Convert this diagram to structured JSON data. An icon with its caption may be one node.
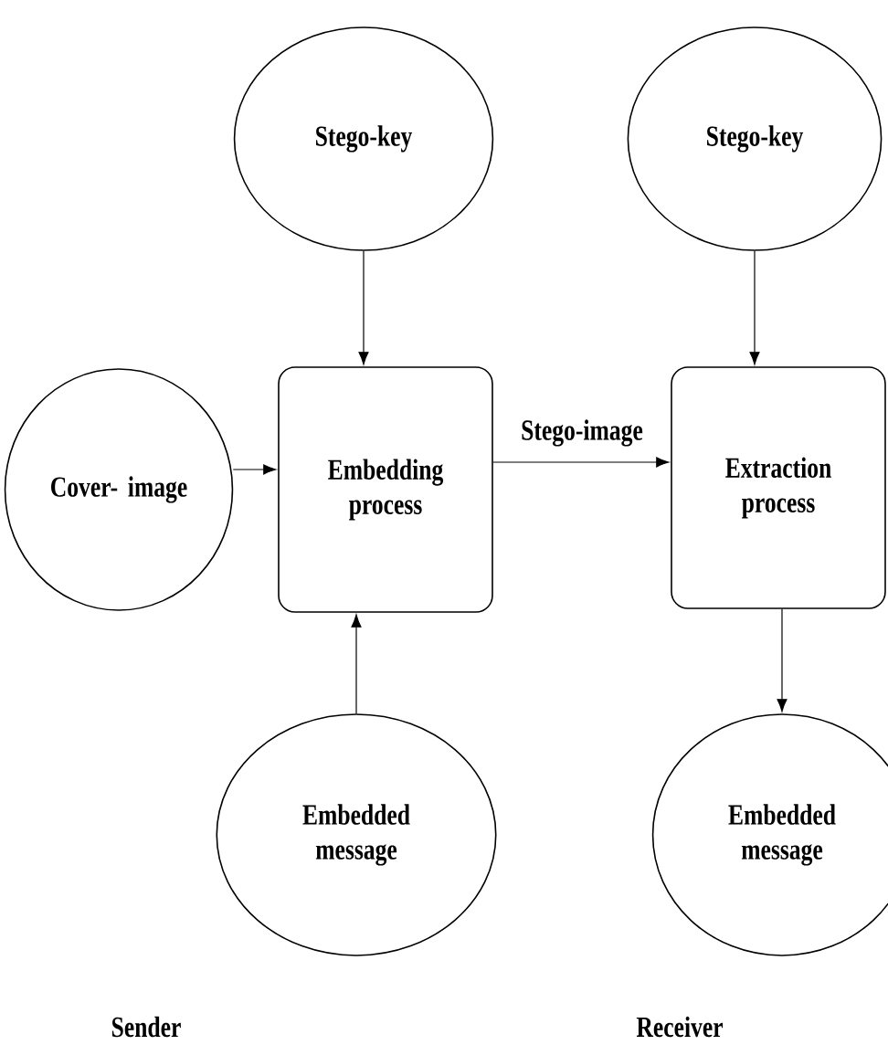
{
  "diagram": {
    "nodes": [
      {
        "text": [
          "Stego-key"
        ]
      },
      {
        "text": [
          "Stego-key"
        ]
      },
      {
        "text": [
          "Cover- image"
        ]
      },
      {
        "text": [
          "Embedding process"
        ]
      },
      {
        "text": [
          "Extraction process"
        ]
      },
      {
        "text": [
          "Embedded message"
        ]
      },
      {
        "text": [
          "Embedded message"
        ]
      }
    ],
    "edges": [
      {
        "from": 0,
        "to": 3,
        "arrow": "to"
      },
      {
        "from": 1,
        "to": 4,
        "arrow": "to"
      },
      {
        "from": 2,
        "to": 3,
        "arrow": "to"
      },
      {
        "from": 3,
        "to": 4,
        "arrow": "to",
        "label": "Stego-image"
      },
      {
        "from": 5,
        "to": 3,
        "arrow": "to"
      },
      {
        "from": 4,
        "to": 6,
        "arrow": "to"
      }
    ],
    "labels": [
      "Sender",
      "Receiver"
    ]
  }
}
